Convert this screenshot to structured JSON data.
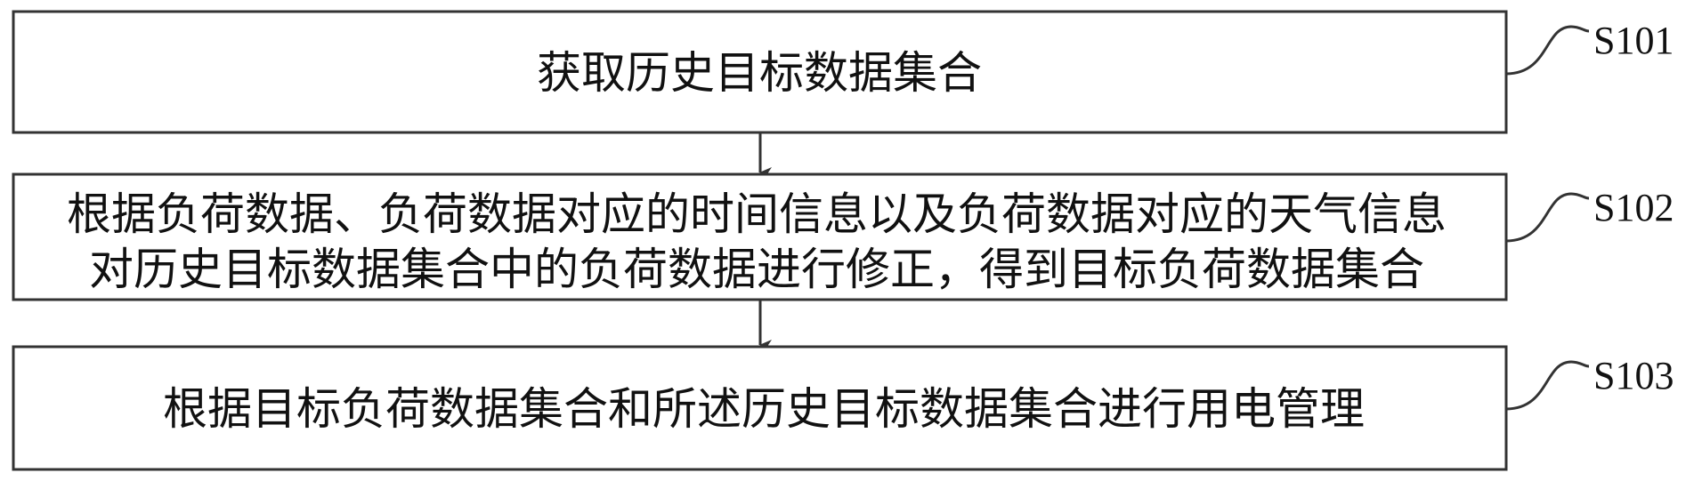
{
  "steps": [
    {
      "id": "S101",
      "lines": [
        "获取历史目标数据集合"
      ]
    },
    {
      "id": "S102",
      "lines": [
        "根据负荷数据、负荷数据对应的时间信息以及负荷数据对应的天气信息",
        "对历史目标数据集合中的负荷数据进行修正，得到目标负荷数据集合"
      ]
    },
    {
      "id": "S103",
      "lines": [
        "根据目标负荷数据集合和所述历史目标数据集合进行用电管理"
      ]
    }
  ]
}
